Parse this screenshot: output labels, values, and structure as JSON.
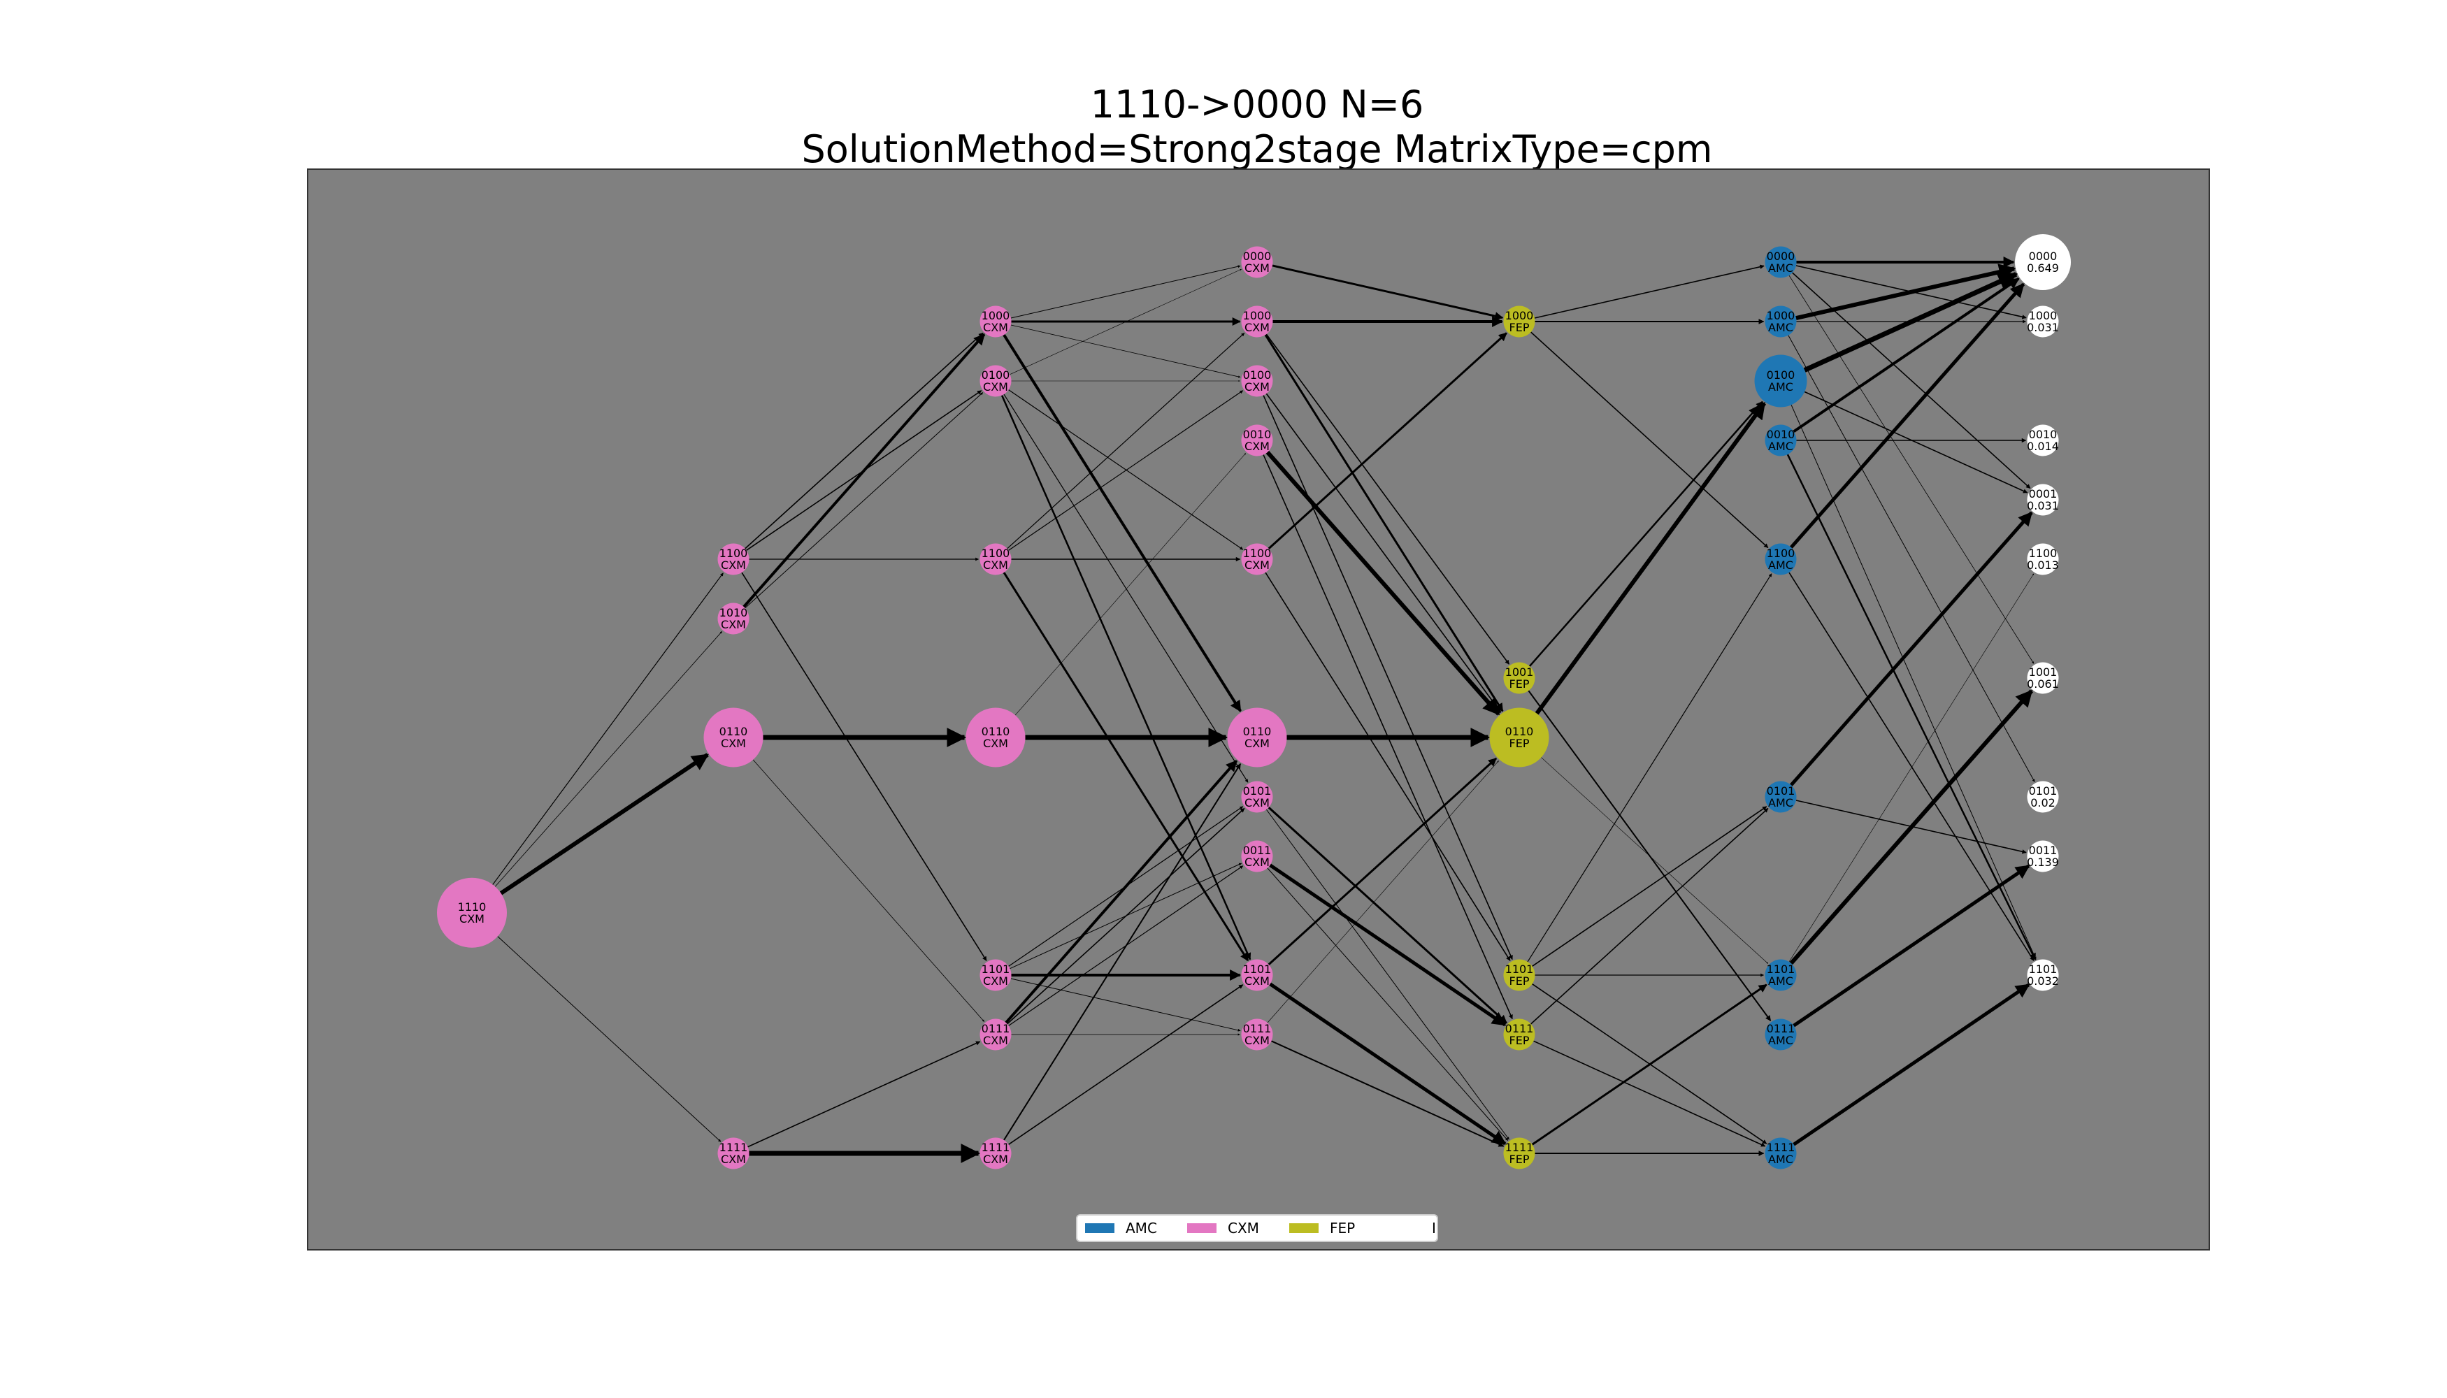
{
  "title": {
    "line1": "1110->0000 N=6",
    "line2": "SolutionMethod=Strong2stage MatrixType=cpm"
  },
  "colors": {
    "background": "#808080",
    "AMC": "#1f77b4",
    "CXM": "#e377c2",
    "FEP": "#bcbd22",
    "I": "#ffffff",
    "edge": "#000000"
  },
  "legend": [
    {
      "label": "AMC",
      "color": "#1f77b4"
    },
    {
      "label": "CXM",
      "color": "#e377c2"
    },
    {
      "label": "FEP",
      "color": "#bcbd22"
    },
    {
      "label": "I",
      "color": "#ffffff"
    }
  ],
  "nodes": [
    {
      "id": "s0",
      "stage": 0,
      "level": 10.95,
      "line1": "1110",
      "line2": "CXM",
      "type": "CXM",
      "size": 1.0
    },
    {
      "id": "a1100",
      "stage": 1,
      "level": 5,
      "line1": "1100",
      "line2": "CXM",
      "type": "CXM",
      "size": 0.45
    },
    {
      "id": "a1010",
      "stage": 1,
      "level": 6,
      "line1": "1010",
      "line2": "CXM",
      "type": "CXM",
      "size": 0.45
    },
    {
      "id": "a0110",
      "stage": 1,
      "level": 8,
      "line1": "0110",
      "line2": "CXM",
      "type": "CXM",
      "size": 0.85
    },
    {
      "id": "a1111",
      "stage": 1,
      "level": 15,
      "line1": "1111",
      "line2": "CXM",
      "type": "CXM",
      "size": 0.45
    },
    {
      "id": "b1000",
      "stage": 2,
      "level": 1,
      "line1": "1000",
      "line2": "CXM",
      "type": "CXM",
      "size": 0.45
    },
    {
      "id": "b0100",
      "stage": 2,
      "level": 2,
      "line1": "0100",
      "line2": "CXM",
      "type": "CXM",
      "size": 0.45
    },
    {
      "id": "b1100",
      "stage": 2,
      "level": 5,
      "line1": "1100",
      "line2": "CXM",
      "type": "CXM",
      "size": 0.45
    },
    {
      "id": "b0110",
      "stage": 2,
      "level": 8,
      "line1": "0110",
      "line2": "CXM",
      "type": "CXM",
      "size": 0.85
    },
    {
      "id": "b1101",
      "stage": 2,
      "level": 12,
      "line1": "1101",
      "line2": "CXM",
      "type": "CXM",
      "size": 0.45
    },
    {
      "id": "b0111",
      "stage": 2,
      "level": 13,
      "line1": "0111",
      "line2": "CXM",
      "type": "CXM",
      "size": 0.45
    },
    {
      "id": "b1111",
      "stage": 2,
      "level": 15,
      "line1": "1111",
      "line2": "CXM",
      "type": "CXM",
      "size": 0.45
    },
    {
      "id": "c0000",
      "stage": 3,
      "level": 0,
      "line1": "0000",
      "line2": "CXM",
      "type": "CXM",
      "size": 0.45
    },
    {
      "id": "c1000",
      "stage": 3,
      "level": 1,
      "line1": "1000",
      "line2": "CXM",
      "type": "CXM",
      "size": 0.45
    },
    {
      "id": "c0100",
      "stage": 3,
      "level": 2,
      "line1": "0100",
      "line2": "CXM",
      "type": "CXM",
      "size": 0.45
    },
    {
      "id": "c0010",
      "stage": 3,
      "level": 3,
      "line1": "0010",
      "line2": "CXM",
      "type": "CXM",
      "size": 0.45
    },
    {
      "id": "c1100",
      "stage": 3,
      "level": 5,
      "line1": "1100",
      "line2": "CXM",
      "type": "CXM",
      "size": 0.45
    },
    {
      "id": "c0110",
      "stage": 3,
      "level": 8,
      "line1": "0110",
      "line2": "CXM",
      "type": "CXM",
      "size": 0.85
    },
    {
      "id": "c0101",
      "stage": 3,
      "level": 9,
      "line1": "0101",
      "line2": "CXM",
      "type": "CXM",
      "size": 0.45
    },
    {
      "id": "c0011",
      "stage": 3,
      "level": 10,
      "line1": "0011",
      "line2": "CXM",
      "type": "CXM",
      "size": 0.45
    },
    {
      "id": "c1101",
      "stage": 3,
      "level": 12,
      "line1": "1101",
      "line2": "CXM",
      "type": "CXM",
      "size": 0.45
    },
    {
      "id": "c0111",
      "stage": 3,
      "level": 13,
      "line1": "0111",
      "line2": "CXM",
      "type": "CXM",
      "size": 0.45
    },
    {
      "id": "d1000",
      "stage": 4,
      "level": 1,
      "line1": "1000",
      "line2": "FEP",
      "type": "FEP",
      "size": 0.45
    },
    {
      "id": "d1001",
      "stage": 4,
      "level": 7,
      "line1": "1001",
      "line2": "FEP",
      "type": "FEP",
      "size": 0.45
    },
    {
      "id": "d0110",
      "stage": 4,
      "level": 8,
      "line1": "0110",
      "line2": "FEP",
      "type": "FEP",
      "size": 0.85
    },
    {
      "id": "d1101",
      "stage": 4,
      "level": 12,
      "line1": "1101",
      "line2": "FEP",
      "type": "FEP",
      "size": 0.45
    },
    {
      "id": "d0111",
      "stage": 4,
      "level": 13,
      "line1": "0111",
      "line2": "FEP",
      "type": "FEP",
      "size": 0.45
    },
    {
      "id": "d1111",
      "stage": 4,
      "level": 15,
      "line1": "1111",
      "line2": "FEP",
      "type": "FEP",
      "size": 0.45
    },
    {
      "id": "e0000",
      "stage": 5,
      "level": 0,
      "line1": "0000",
      "line2": "AMC",
      "type": "AMC",
      "size": 0.45
    },
    {
      "id": "e1000",
      "stage": 5,
      "level": 1,
      "line1": "1000",
      "line2": "AMC",
      "type": "AMC",
      "size": 0.45
    },
    {
      "id": "e0100",
      "stage": 5,
      "level": 2,
      "line1": "0100",
      "line2": "AMC",
      "type": "AMC",
      "size": 0.75
    },
    {
      "id": "e0010",
      "stage": 5,
      "level": 3,
      "line1": "0010",
      "line2": "AMC",
      "type": "AMC",
      "size": 0.45
    },
    {
      "id": "e1100",
      "stage": 5,
      "level": 5,
      "line1": "1100",
      "line2": "AMC",
      "type": "AMC",
      "size": 0.45
    },
    {
      "id": "e0101",
      "stage": 5,
      "level": 9,
      "line1": "0101",
      "line2": "AMC",
      "type": "AMC",
      "size": 0.45
    },
    {
      "id": "e1101",
      "stage": 5,
      "level": 12,
      "line1": "1101",
      "line2": "AMC",
      "type": "AMC",
      "size": 0.45
    },
    {
      "id": "e0111",
      "stage": 5,
      "level": 13,
      "line1": "0111",
      "line2": "AMC",
      "type": "AMC",
      "size": 0.45
    },
    {
      "id": "e1111",
      "stage": 5,
      "level": 15,
      "line1": "1111",
      "line2": "AMC",
      "type": "AMC",
      "size": 0.45
    },
    {
      "id": "f0000",
      "stage": 6,
      "level": 0,
      "line1": "0000",
      "line2": "0.649",
      "type": "I",
      "size": 0.8
    },
    {
      "id": "f1000",
      "stage": 6,
      "level": 1,
      "line1": "1000",
      "line2": "0.031",
      "type": "I",
      "size": 0.45
    },
    {
      "id": "f0010",
      "stage": 6,
      "level": 3,
      "line1": "0010",
      "line2": "0.014",
      "type": "I",
      "size": 0.45
    },
    {
      "id": "f0001",
      "stage": 6,
      "level": 4,
      "line1": "0001",
      "line2": "0.031",
      "type": "I",
      "size": 0.45
    },
    {
      "id": "f1100",
      "stage": 6,
      "level": 5,
      "line1": "1100",
      "line2": "0.013",
      "type": "I",
      "size": 0.45
    },
    {
      "id": "f1001",
      "stage": 6,
      "level": 7,
      "line1": "1001",
      "line2": "0.061",
      "type": "I",
      "size": 0.45
    },
    {
      "id": "f0101",
      "stage": 6,
      "level": 9,
      "line1": "0101",
      "line2": "0.02",
      "type": "I",
      "size": 0.45
    },
    {
      "id": "f0011",
      "stage": 6,
      "level": 10,
      "line1": "0011",
      "line2": "0.139",
      "type": "I",
      "size": 0.45
    },
    {
      "id": "f1101",
      "stage": 6,
      "level": 12,
      "line1": "1101",
      "line2": "0.032",
      "type": "I",
      "size": 0.45
    }
  ],
  "edges": [
    [
      "s0",
      "a1100",
      1.2
    ],
    [
      "s0",
      "a1010",
      0.8
    ],
    [
      "s0",
      "a0110",
      6
    ],
    [
      "s0",
      "a1111",
      1
    ],
    [
      "a1100",
      "b1000",
      1.6
    ],
    [
      "a1100",
      "b0100",
      1.6
    ],
    [
      "a1100",
      "b1100",
      1.2
    ],
    [
      "a1100",
      "b1101",
      1.6
    ],
    [
      "a1010",
      "b1000",
      4
    ],
    [
      "a1010",
      "b0100",
      1
    ],
    [
      "a0110",
      "b0110",
      7
    ],
    [
      "a0110",
      "b0111",
      0.8
    ],
    [
      "a1111",
      "b1111",
      7
    ],
    [
      "a1111",
      "b0111",
      1.6
    ],
    [
      "b1000",
      "c0000",
      1
    ],
    [
      "b1000",
      "c1000",
      3
    ],
    [
      "b1000",
      "c0110",
      4
    ],
    [
      "b1000",
      "c0100",
      0.8
    ],
    [
      "b0100",
      "c0000",
      0.6
    ],
    [
      "b0100",
      "c0100",
      0.6
    ],
    [
      "b0100",
      "c1100",
      1.2
    ],
    [
      "b0100",
      "c0101",
      1.2
    ],
    [
      "b0100",
      "c1101",
      2.5
    ],
    [
      "b1100",
      "c1000",
      1.2
    ],
    [
      "b1100",
      "c0100",
      1.2
    ],
    [
      "b1100",
      "c1100",
      1.6
    ],
    [
      "b1100",
      "c1101",
      3
    ],
    [
      "b0110",
      "c0110",
      7
    ],
    [
      "b0110",
      "c0010",
      0.6
    ],
    [
      "b1101",
      "c1101",
      4
    ],
    [
      "b1101",
      "c0101",
      1.2
    ],
    [
      "b1101",
      "c0011",
      1
    ],
    [
      "b1101",
      "c0111",
      1
    ],
    [
      "b0111",
      "c0110",
      4
    ],
    [
      "b0111",
      "c0101",
      1.6
    ],
    [
      "b0111",
      "c0011",
      1.2
    ],
    [
      "b0111",
      "c0111",
      0.8
    ],
    [
      "b1111",
      "c0110",
      2
    ],
    [
      "b1111",
      "c1101",
      1.6
    ],
    [
      "c0000",
      "d1000",
      3
    ],
    [
      "c1000",
      "d1000",
      4
    ],
    [
      "c1000",
      "d1001",
      1.6
    ],
    [
      "c1000",
      "d0110",
      3
    ],
    [
      "c0100",
      "d0110",
      1.6
    ],
    [
      "c0100",
      "d1101",
      1.6
    ],
    [
      "c0010",
      "d0110",
      6
    ],
    [
      "c0010",
      "d0111",
      1.6
    ],
    [
      "c1100",
      "d1000",
      3
    ],
    [
      "c1100",
      "d1101",
      1.6
    ],
    [
      "c0110",
      "d0110",
      7
    ],
    [
      "c0101",
      "d0111",
      3
    ],
    [
      "c0101",
      "d1111",
      1
    ],
    [
      "c0011",
      "d0111",
      5
    ],
    [
      "c0011",
      "d1111",
      1
    ],
    [
      "c1101",
      "d1111",
      5
    ],
    [
      "c1101",
      "d0110",
      3
    ],
    [
      "c0111",
      "d1111",
      2
    ],
    [
      "c0111",
      "d0110",
      0.6
    ],
    [
      "d1000",
      "e0000",
      1.6
    ],
    [
      "d1000",
      "e1000",
      2
    ],
    [
      "d1000",
      "e1100",
      1.6
    ],
    [
      "d1001",
      "e0100",
      2.5
    ],
    [
      "d1001",
      "e0111",
      2
    ],
    [
      "d0110",
      "e0100",
      6
    ],
    [
      "d0110",
      "e1101",
      0.6
    ],
    [
      "d1101",
      "e0101",
      1.6
    ],
    [
      "d1101",
      "e1101",
      1.2
    ],
    [
      "d1101",
      "e1111",
      1.6
    ],
    [
      "d1101",
      "e1100",
      1.2
    ],
    [
      "d0111",
      "e0101",
      1.6
    ],
    [
      "d0111",
      "e1111",
      1.6
    ],
    [
      "d1111",
      "e1111",
      2
    ],
    [
      "d1111",
      "e1101",
      3
    ],
    [
      "e0000",
      "f0000",
      4
    ],
    [
      "e0000",
      "f1000",
      1.6
    ],
    [
      "e0000",
      "f0001",
      1.6
    ],
    [
      "e0000",
      "f1001",
      0.8
    ],
    [
      "e1000",
      "f0000",
      6
    ],
    [
      "e1000",
      "f1000",
      1.2
    ],
    [
      "e1000",
      "f0101",
      1
    ],
    [
      "e0100",
      "f0000",
      7
    ],
    [
      "e0100",
      "f0001",
      1.6
    ],
    [
      "e0100",
      "f1101",
      1
    ],
    [
      "e0010",
      "f0000",
      4
    ],
    [
      "e0010",
      "f0010",
      1.6
    ],
    [
      "e0010",
      "f1101",
      2.5
    ],
    [
      "e1100",
      "f0000",
      5
    ],
    [
      "e1100",
      "f1101",
      1.6
    ],
    [
      "e0101",
      "f0001",
      5
    ],
    [
      "e0101",
      "f0011",
      1.6
    ],
    [
      "e1101",
      "f1001",
      6
    ],
    [
      "e1101",
      "f1100",
      0.6
    ],
    [
      "e0111",
      "f0011",
      5
    ],
    [
      "e1111",
      "f1101",
      5
    ]
  ]
}
